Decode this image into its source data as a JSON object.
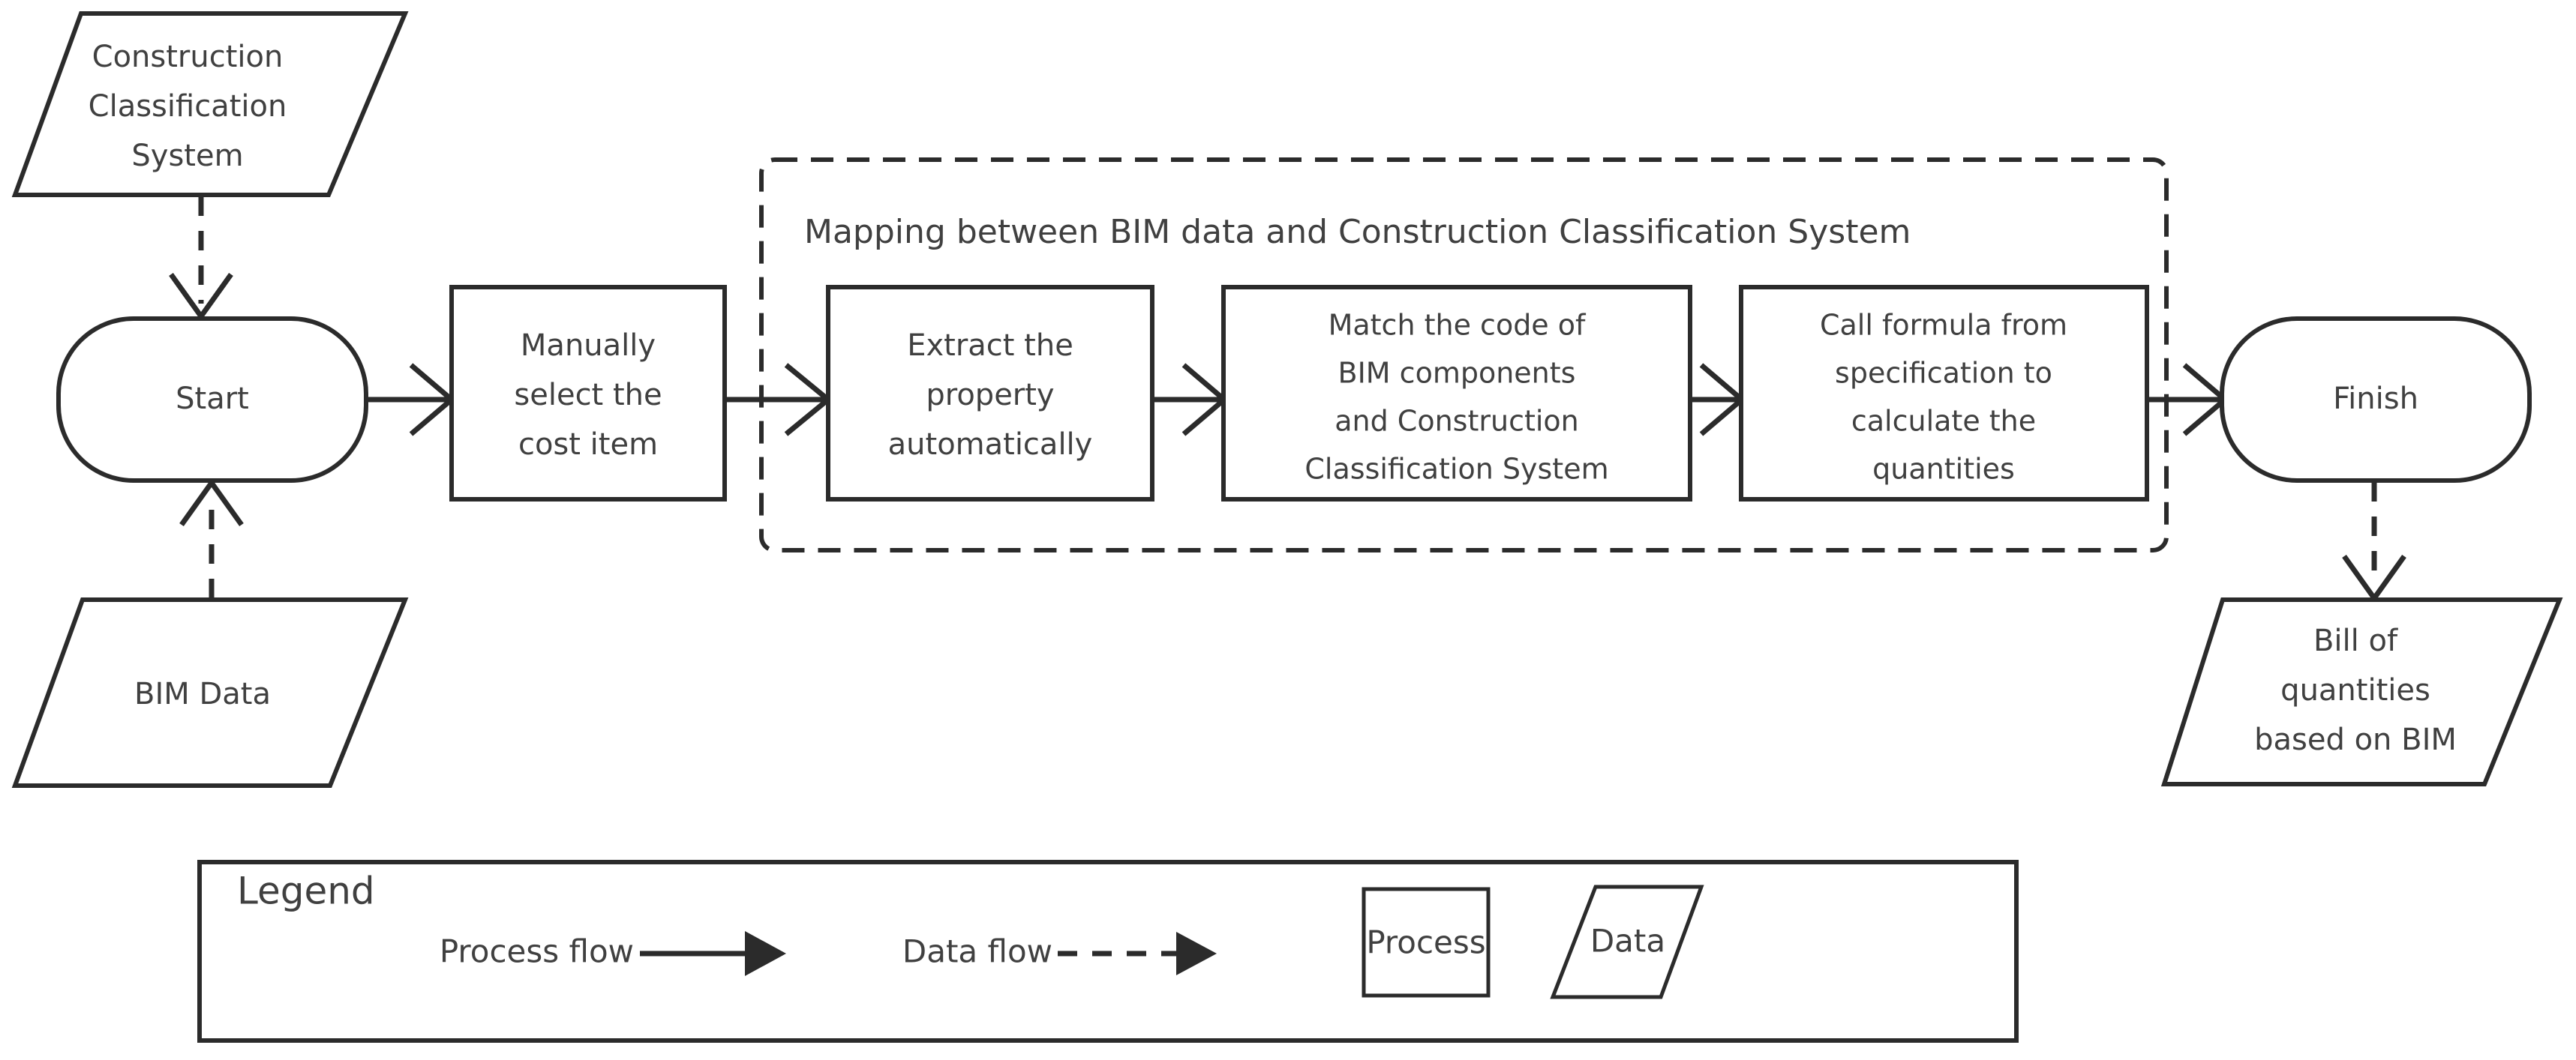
{
  "diagram": {
    "title_container": {
      "label": "Mapping between BIM data and Construction Classification System"
    },
    "nodes": {
      "construction_classification_system": {
        "type": "data",
        "lines": [
          "Construction",
          "Classification",
          "System"
        ]
      },
      "bim_data": {
        "type": "data",
        "lines": [
          "BIM Data"
        ]
      },
      "start": {
        "type": "terminator",
        "lines": [
          "Start"
        ]
      },
      "manually_select": {
        "type": "process",
        "lines": [
          "Manually",
          "select  the",
          "cost item"
        ]
      },
      "extract_property": {
        "type": "process",
        "lines": [
          "Extract the",
          "property",
          "automatically"
        ]
      },
      "match_code": {
        "type": "process",
        "lines": [
          "Match the code of",
          "BIM components",
          "and Construction",
          "Classification System"
        ]
      },
      "call_formula": {
        "type": "process",
        "lines": [
          "Call formula from",
          "specification to",
          "calculate the",
          "quantities"
        ]
      },
      "finish": {
        "type": "terminator",
        "lines": [
          "Finish"
        ]
      },
      "bill_of_quantities": {
        "type": "data",
        "lines": [
          "Bill of",
          "quantities",
          "based on BIM"
        ]
      }
    },
    "edges": [
      {
        "from": "construction_classification_system",
        "to": "start",
        "style": "data-flow"
      },
      {
        "from": "bim_data",
        "to": "start",
        "style": "data-flow"
      },
      {
        "from": "start",
        "to": "manually_select",
        "style": "process-flow"
      },
      {
        "from": "manually_select",
        "to": "extract_property",
        "style": "process-flow"
      },
      {
        "from": "extract_property",
        "to": "match_code",
        "style": "process-flow"
      },
      {
        "from": "match_code",
        "to": "call_formula",
        "style": "process-flow"
      },
      {
        "from": "call_formula",
        "to": "finish",
        "style": "process-flow"
      },
      {
        "from": "finish",
        "to": "bill_of_quantities",
        "style": "data-flow"
      }
    ]
  },
  "legend": {
    "title": "Legend",
    "process_flow_label": "Process flow",
    "data_flow_label": "Data flow",
    "process_shape_label": "Process",
    "data_shape_label": "Data"
  },
  "colors": {
    "stroke": "#2b2b2b",
    "text": "#404040",
    "background": "#ffffff"
  }
}
